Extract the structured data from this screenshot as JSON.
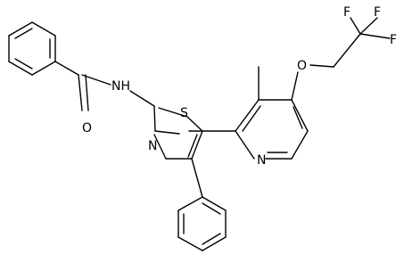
{
  "molecule": {
    "labels": {
      "amide_oxygen": "O",
      "amide_nh": "NH",
      "thiazole_sulfur": "S",
      "thiazole_nitrogen": "N",
      "pyridine_nitrogen": "N",
      "ether_oxygen": "O",
      "fluorine_top_left": "F",
      "fluorine_top_right": "F",
      "fluorine_right": "F"
    },
    "colors": {
      "bond": "#000000",
      "text": "#000000",
      "background": "#ffffff"
    }
  }
}
